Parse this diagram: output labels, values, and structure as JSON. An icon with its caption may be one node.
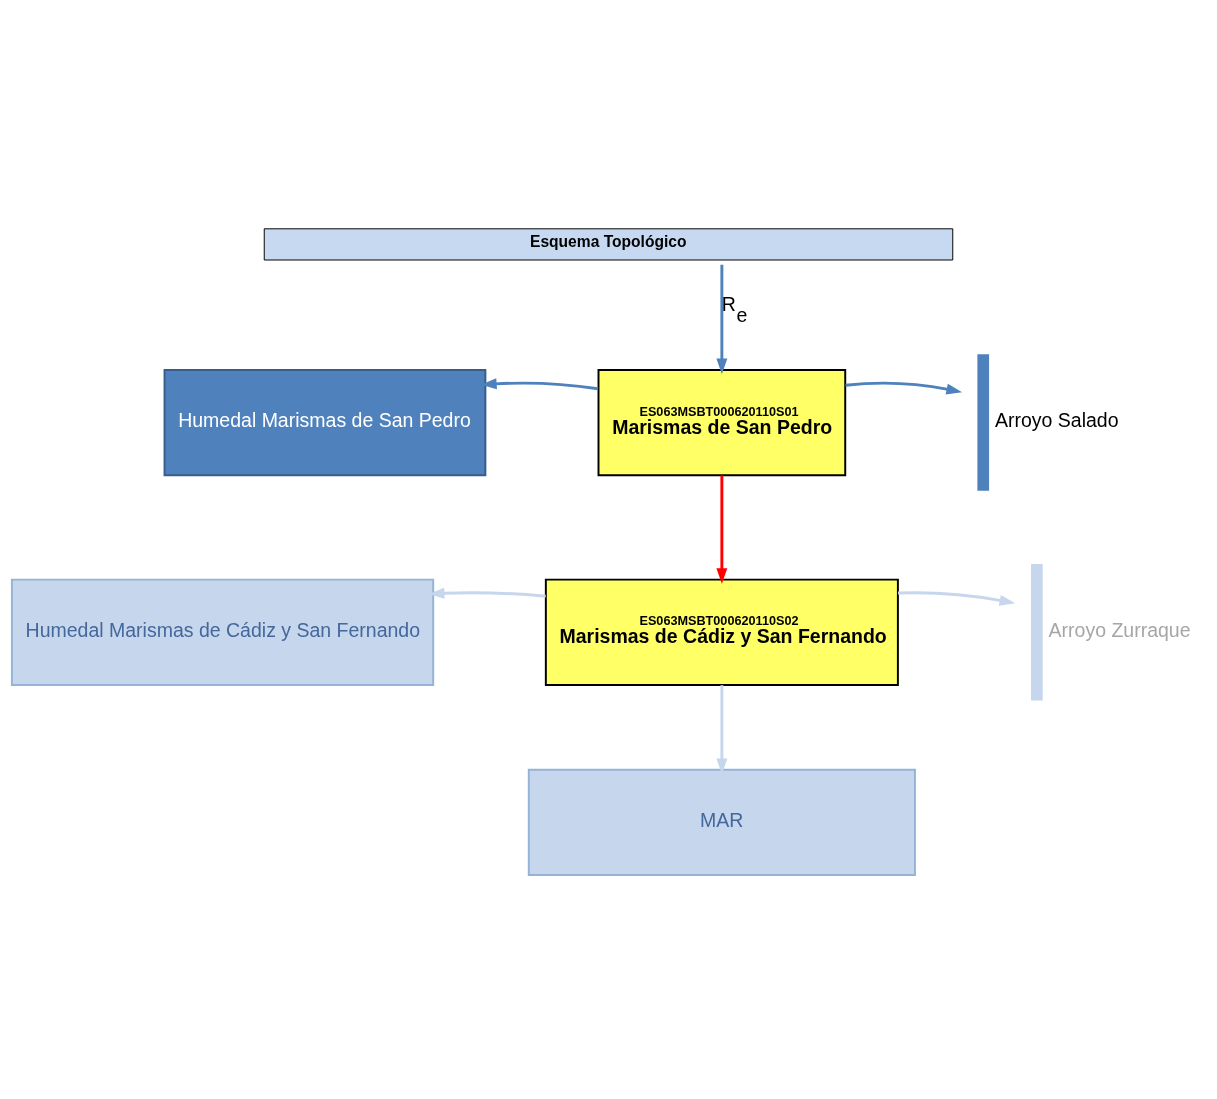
{
  "diagram": {
    "title": "Esquema Topológico",
    "nodes": [
      {
        "text": [
          "Humedal Marismas de San Pedro"
        ]
      },
      {
        "text": [
          "ES063MSBT000620110S01",
          "Marismas de San Pedro"
        ]
      },
      {
        "text": [
          "Arroyo Salado"
        ]
      },
      {
        "text": [
          "Humedal Marismas de Cádiz y San Fernando"
        ]
      },
      {
        "text": [
          "ES063MSBT000620110S02",
          "Marismas de Cádiz y San Fernando"
        ]
      },
      {
        "text": [
          "Arroyo Zurraque"
        ]
      },
      {
        "text": [
          "MAR"
        ]
      }
    ],
    "edges": [
      {
        "from": null,
        "to": 1,
        "arrow": "to",
        "label": "R$_{e}$"
      },
      {
        "from": 1,
        "to": 0,
        "arrow": "to"
      },
      {
        "from": 1,
        "to": 2,
        "arrow": "to"
      },
      {
        "from": 1,
        "to": 4,
        "arrow": "to",
        "color": "#ff0000"
      },
      {
        "from": 4,
        "to": 3,
        "arrow": "to",
        "color": "#c6d6ec"
      },
      {
        "from": 4,
        "to": 5,
        "arrow": "to",
        "color": "#c6d6ec"
      },
      {
        "from": 4,
        "to": 6,
        "arrow": "to",
        "color": "#c6d6ec"
      }
    ]
  }
}
